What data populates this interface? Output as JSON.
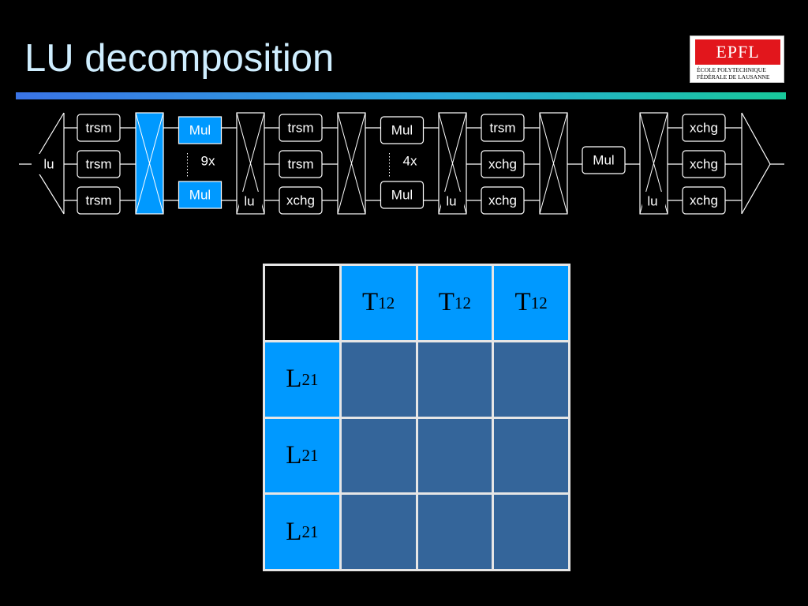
{
  "slide": {
    "title": "LU decomposition",
    "logo": {
      "mark": "EPFL",
      "line1": "ÉCOLE POLYTECHNIQUE",
      "line2": "FÉDÉRALE DE LAUSANNE"
    }
  },
  "colors": {
    "highlight": "#0099ff",
    "block": "#34659a",
    "title": "#cfeeff"
  },
  "pipeline": {
    "stages": [
      {
        "id": "s0",
        "kind": "fork",
        "label": "lu"
      },
      {
        "id": "s1",
        "kind": "column",
        "nodes": [
          "trsm",
          "trsm",
          "trsm"
        ]
      },
      {
        "id": "s2",
        "kind": "switch",
        "highlight": true
      },
      {
        "id": "s3",
        "kind": "mul-repeat",
        "top": "Mul",
        "bottom": "Mul",
        "count": "9x",
        "highlight": true
      },
      {
        "id": "s4",
        "kind": "switch",
        "label": "lu"
      },
      {
        "id": "s5",
        "kind": "column",
        "nodes": [
          "trsm",
          "trsm",
          "xchg"
        ]
      },
      {
        "id": "s6",
        "kind": "switch"
      },
      {
        "id": "s7",
        "kind": "mul-repeat",
        "top": "Mul",
        "bottom": "Mul",
        "count": "4x"
      },
      {
        "id": "s8",
        "kind": "switch",
        "label": "lu"
      },
      {
        "id": "s9",
        "kind": "column",
        "nodes": [
          "trsm",
          "xchg",
          "xchg"
        ]
      },
      {
        "id": "s10",
        "kind": "switch"
      },
      {
        "id": "s11",
        "kind": "single",
        "label": "Mul"
      },
      {
        "id": "s12",
        "kind": "switch",
        "label": "lu"
      },
      {
        "id": "s13",
        "kind": "column",
        "nodes": [
          "xchg",
          "xchg",
          "xchg"
        ]
      },
      {
        "id": "s14",
        "kind": "join"
      }
    ]
  },
  "matrix": {
    "rows": [
      [
        {
          "t": "",
          "k": "corner"
        },
        {
          "t": "T",
          "s": "12",
          "k": "head"
        },
        {
          "t": "T",
          "s": "12",
          "k": "head"
        },
        {
          "t": "T",
          "s": "12",
          "k": "head"
        }
      ],
      [
        {
          "t": "L",
          "s": "21",
          "k": "head"
        },
        {
          "t": "",
          "k": "body"
        },
        {
          "t": "",
          "k": "body"
        },
        {
          "t": "",
          "k": "body"
        }
      ],
      [
        {
          "t": "L",
          "s": "21",
          "k": "head"
        },
        {
          "t": "",
          "k": "body"
        },
        {
          "t": "",
          "k": "body"
        },
        {
          "t": "",
          "k": "body"
        }
      ],
      [
        {
          "t": "L",
          "s": "21",
          "k": "head"
        },
        {
          "t": "",
          "k": "body"
        },
        {
          "t": "",
          "k": "body"
        },
        {
          "t": "",
          "k": "body"
        }
      ]
    ]
  }
}
